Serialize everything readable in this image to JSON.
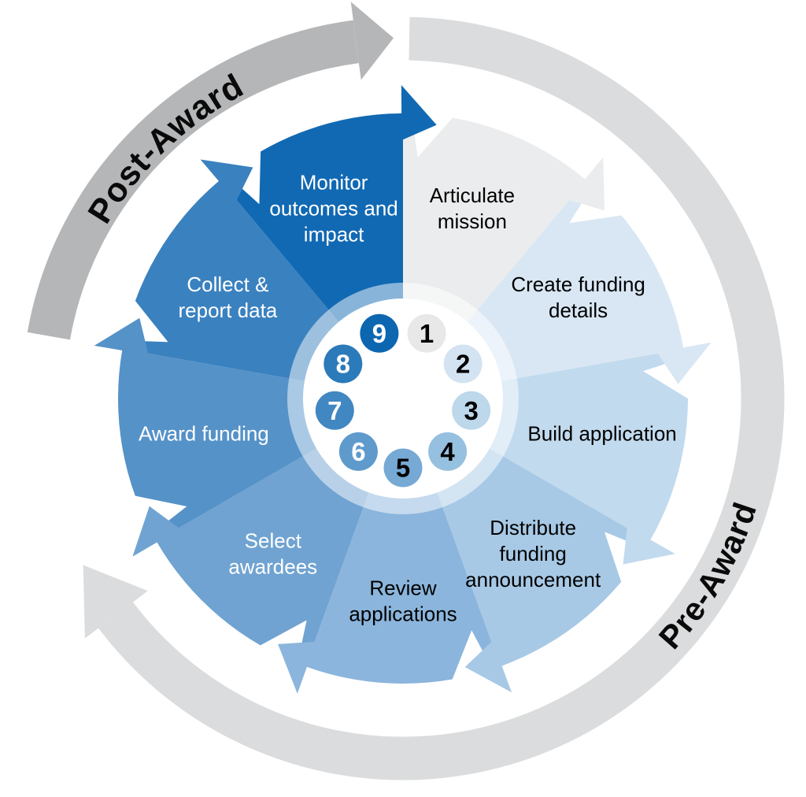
{
  "background": "#ffffff",
  "outer_arcs": {
    "post_award": {
      "label": "Post-Award",
      "arc_color": "#b5b6b8",
      "text_color": "#0a0a0a"
    },
    "pre_award": {
      "label": "Pre-Award",
      "arc_color": "#dbdcdd",
      "text_color": "#0a0a0a"
    }
  },
  "cycle": {
    "description": "Nine-step grant lifecycle wheel",
    "steps": [
      {
        "number": "1",
        "id": "articulate-mission",
        "label": "Articulate mission",
        "lines": [
          "Articulate",
          "mission"
        ],
        "wedge_color": "#ebeced",
        "label_color": "#000000",
        "badge_color": "#e8e8e9",
        "badge_number_color": "#000000"
      },
      {
        "number": "2",
        "id": "create-funding-details",
        "label": "Create funding details",
        "lines": [
          "Create funding",
          "details"
        ],
        "wedge_color": "#d9e7f4",
        "label_color": "#000000",
        "badge_color": "#d3e3f1",
        "badge_number_color": "#000000"
      },
      {
        "number": "3",
        "id": "build-application",
        "label": "Build application",
        "lines": [
          "Build application"
        ],
        "wedge_color": "#c2daee",
        "label_color": "#000000",
        "badge_color": "#bdd7eb",
        "badge_number_color": "#000000"
      },
      {
        "number": "4",
        "id": "distribute-funding-announcement",
        "label": "Distribute funding announcement",
        "lines": [
          "Distribute",
          "funding",
          "announcement"
        ],
        "wedge_color": "#a7c9e5",
        "label_color": "#000000",
        "badge_color": "#96c0df",
        "badge_number_color": "#000000"
      },
      {
        "number": "5",
        "id": "review-applications",
        "label": "Review applications",
        "lines": [
          "Review",
          "applications"
        ],
        "wedge_color": "#8bb5dc",
        "label_color": "#000000",
        "badge_color": "#76a9d4",
        "badge_number_color": "#000000"
      },
      {
        "number": "6",
        "id": "select-awardees",
        "label": "Select awardees",
        "lines": [
          "Select",
          "awardees"
        ],
        "wedge_color": "#70a3d1",
        "label_color": "#ffffff",
        "badge_color": "#5e9acc",
        "badge_number_color": "#ffffff"
      },
      {
        "number": "7",
        "id": "award-funding",
        "label": "Award funding",
        "lines": [
          "Award funding"
        ],
        "wedge_color": "#5592c8",
        "label_color": "#ffffff",
        "badge_color": "#4187c1",
        "badge_number_color": "#ffffff"
      },
      {
        "number": "8",
        "id": "collect-report-data",
        "label": "Collect & report data",
        "lines": [
          "Collect &",
          "report data"
        ],
        "wedge_color": "#3a81bf",
        "label_color": "#ffffff",
        "badge_color": "#2b7ab9",
        "badge_number_color": "#ffffff"
      },
      {
        "number": "9",
        "id": "monitor-outcomes-impact",
        "label": "Monitor outcomes and impact",
        "lines": [
          "Monitor",
          "outcomes and",
          "impact"
        ],
        "wedge_color": "#1169b3",
        "label_color": "#ffffff",
        "badge_color": "#0d66b0",
        "badge_number_color": "#ffffff"
      }
    ]
  }
}
